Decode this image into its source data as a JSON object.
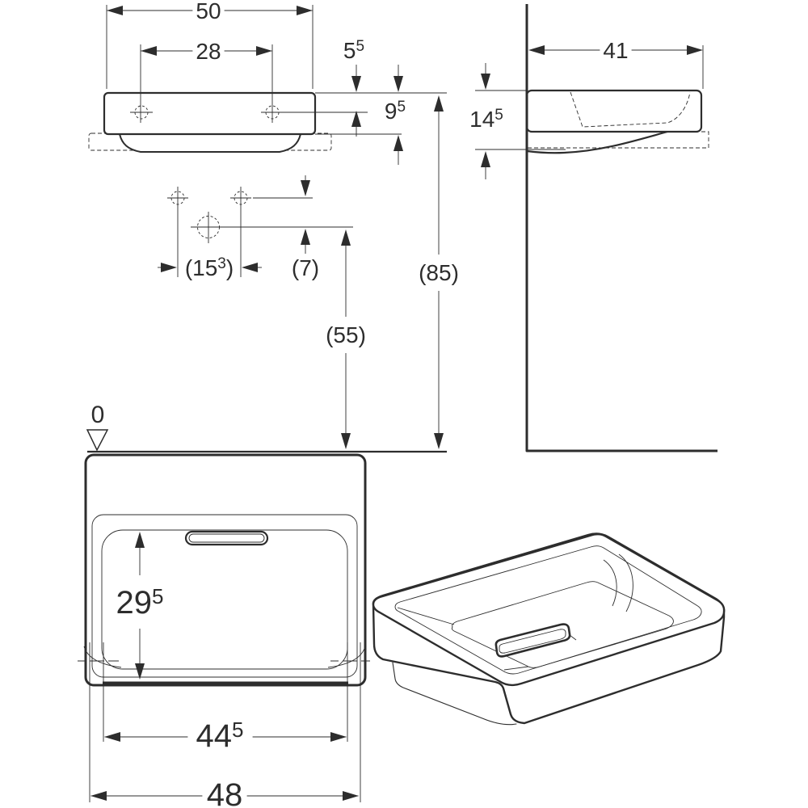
{
  "drawing": {
    "kind": "washbasin-dimensional-drawing",
    "colors": {
      "line": "#2d2d2d",
      "background": "#ffffff"
    },
    "dims": {
      "top_width": {
        "main": "50"
      },
      "tap_spacing": {
        "main": "28"
      },
      "deck_to_holes": {
        "main": "5",
        "sup": "5"
      },
      "apron_height": {
        "main": "9",
        "sup": "5"
      },
      "side_depth": {
        "main": "41"
      },
      "side_height": {
        "main": "14",
        "sup": "5"
      },
      "hole_spacing": {
        "main": "(15",
        "sup": "3",
        "post": ")"
      },
      "hole_offset": {
        "main": "(7)"
      },
      "trap_height": {
        "main": "(55)"
      },
      "rim_height": {
        "main": "(85)"
      },
      "datum": {
        "main": "0"
      },
      "bowl_depth": {
        "main": "29",
        "sup": "5"
      },
      "mount_width": {
        "main": "44",
        "sup": "5"
      },
      "overall_width": {
        "main": "48"
      }
    }
  }
}
